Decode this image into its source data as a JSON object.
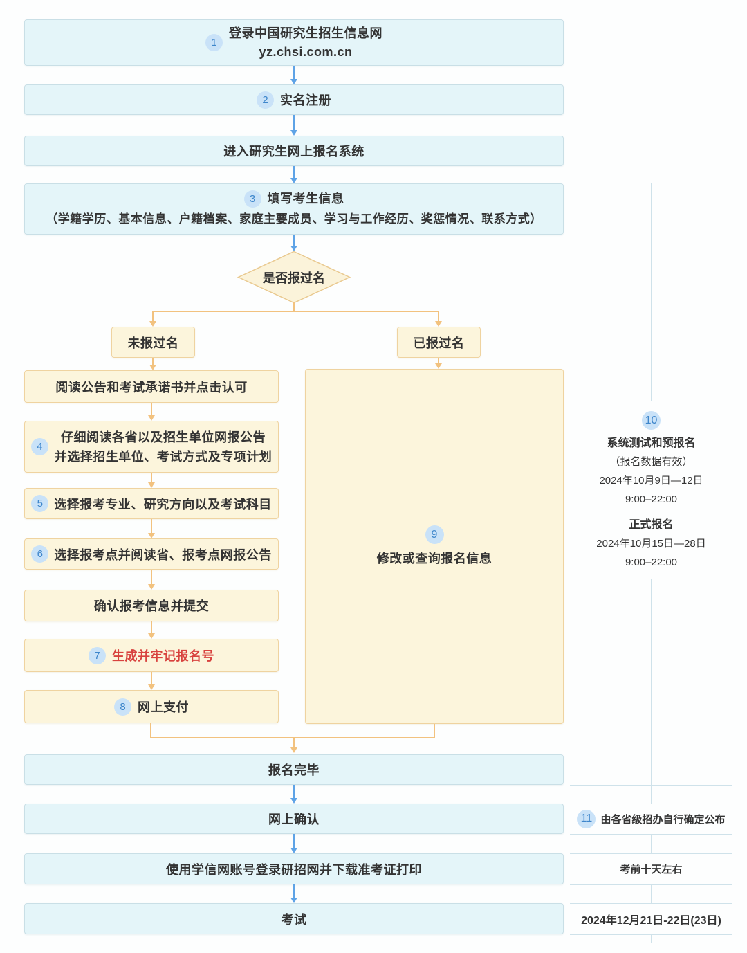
{
  "colors": {
    "blue_box_bg": "#e4f5f9",
    "blue_box_border": "#c9dfe6",
    "yellow_box_bg": "#fcf5dc",
    "yellow_box_border": "#efd3a0",
    "badge_bg": "#c9e2f8",
    "badge_text": "#3e86cb",
    "arrow_blue": "#5ea3e6",
    "arrow_orange": "#f2c27f",
    "highlight_red": "#d8423e",
    "text_dark": "#333333",
    "divider_line": "#cfe2ea"
  },
  "flow": {
    "step1": {
      "badge": "1",
      "line1": "登录中国研究生招生信息网",
      "line2": "yz.chsi.com.cn"
    },
    "step2": {
      "badge": "2",
      "label": "实名注册"
    },
    "enter_system": {
      "label": "进入研究生网上报名系统"
    },
    "step3": {
      "badge": "3",
      "line1": "填写考生信息",
      "line2": "（学籍学历、基本信息、户籍档案、家庭主要成员、学习与工作经历、奖惩情况、联系方式）"
    },
    "decision": {
      "label": "是否报过名"
    },
    "branch_no": {
      "label": "未报过名"
    },
    "branch_yes": {
      "label": "已报过名"
    },
    "read_notice": {
      "label": "阅读公告和考试承诺书并点击认可"
    },
    "step4": {
      "badge": "4",
      "line1": "仔细阅读各省以及招生单位网报公告",
      "line2": "并选择招生单位、考试方式及专项计划"
    },
    "step5": {
      "badge": "5",
      "label": "选择报考专业、研究方向以及考试科目"
    },
    "step6": {
      "badge": "6",
      "label": "选择报考点并阅读省、报考点网报公告"
    },
    "confirm_submit": {
      "label": "确认报考信息并提交"
    },
    "step7": {
      "badge": "7",
      "label": "生成并牢记报名号"
    },
    "step8": {
      "badge": "8",
      "label": "网上支付"
    },
    "step9": {
      "badge": "9",
      "label": "修改或查询报名信息"
    },
    "finish": {
      "label": "报名完毕"
    },
    "online_confirm": {
      "label": "网上确认"
    },
    "download_ticket": {
      "label": "使用学信网账号登录研招网并下载准考证打印"
    },
    "exam": {
      "label": "考试"
    }
  },
  "timeline": {
    "step10": {
      "badge": "10",
      "title": "系统测试和预报名",
      "note": "（报名数据有效）",
      "pre_date": "2024年10月9日—12日",
      "pre_time": "9:00–22:00",
      "formal_title": "正式报名",
      "formal_date": "2024年10月15日—28日",
      "formal_time": "9:00–22:00"
    },
    "step11": {
      "badge": "11",
      "label": "由各省级招办自行确定公布"
    },
    "confirm_time": {
      "label": "考前十天左右"
    },
    "exam_time": {
      "label": "2024年12月21日-22日(23日)"
    }
  }
}
